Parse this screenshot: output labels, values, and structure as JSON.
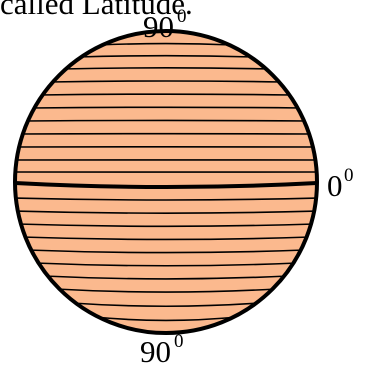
{
  "heading": {
    "text": "called Latitude."
  },
  "globe": {
    "fill_color": "#FBB98E",
    "line_color": "#000000"
  },
  "labels": {
    "north": {
      "value": "90",
      "superscript": "0"
    },
    "equator": {
      "value": "0",
      "superscript": "0"
    },
    "south": {
      "value": "90",
      "superscript": "0"
    }
  }
}
